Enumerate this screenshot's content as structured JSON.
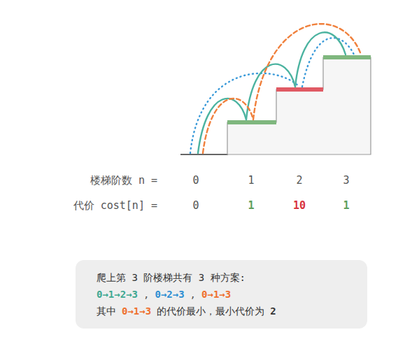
{
  "diagram": {
    "nodes": [
      {
        "text": [
          "爬上第 3 阶楼梯共有 3 种方案:",
          "0→1→2→3",
          ",",
          "0→2→3",
          ",",
          "0→1→3",
          "其中",
          "0→1→3",
          "的代价最小，最小代价为",
          "2"
        ]
      }
    ],
    "labels": [
      "楼梯阶数 n =",
      "0",
      "1",
      "2",
      "3",
      "代价 cost[n] =",
      "0",
      "1",
      "10",
      "1"
    ]
  }
}
